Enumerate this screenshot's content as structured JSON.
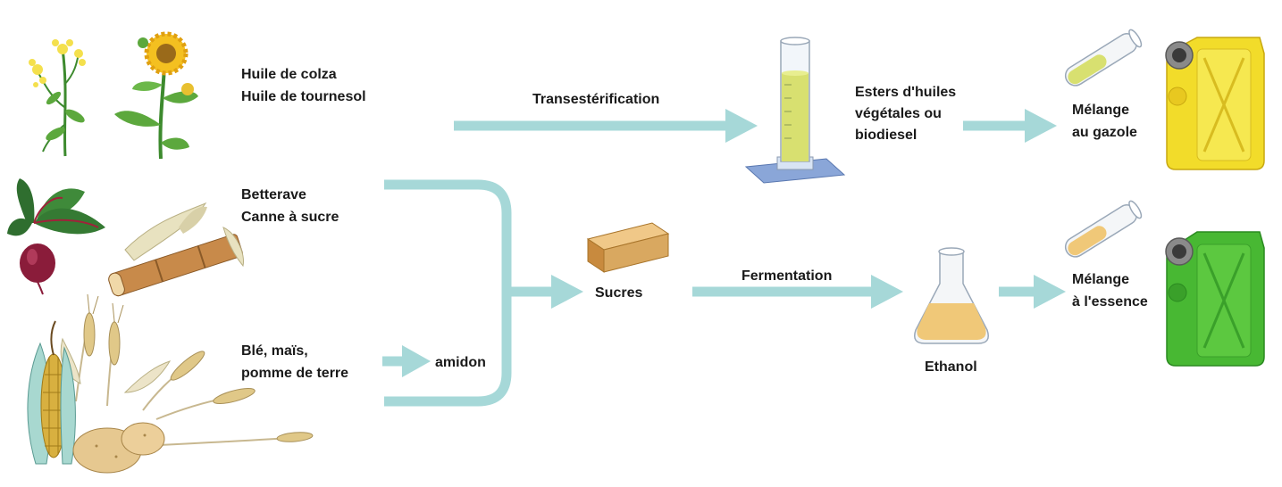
{
  "sources": {
    "oil": {
      "line1": "Huile de colza",
      "line2": "Huile de tournesol"
    },
    "sugar": {
      "line1": "Betterave",
      "line2": "Canne à sucre"
    },
    "starch": {
      "line1": "Blé, maïs,",
      "line2": "pomme de terre"
    }
  },
  "processes": {
    "transesterification": "Transestérification",
    "fermentation": "Fermentation",
    "starch_step": "amidon"
  },
  "intermediates": {
    "sugars": "Sucres",
    "esters": {
      "line1": "Esters d'huiles",
      "line2": "végétales ou",
      "line3": "biodiesel"
    },
    "ethanol": "Ethanol"
  },
  "products": {
    "diesel_blend": {
      "line1": "Mélange",
      "line2": "au gazole"
    },
    "petrol_blend": {
      "line1": "Mélange",
      "line2": "à l'essence"
    }
  },
  "colors": {
    "arrow": "#a6d8d8",
    "diesel_can": "#f2dc2a",
    "petrol_can": "#48b833",
    "sugar_block": "#d9a860"
  }
}
